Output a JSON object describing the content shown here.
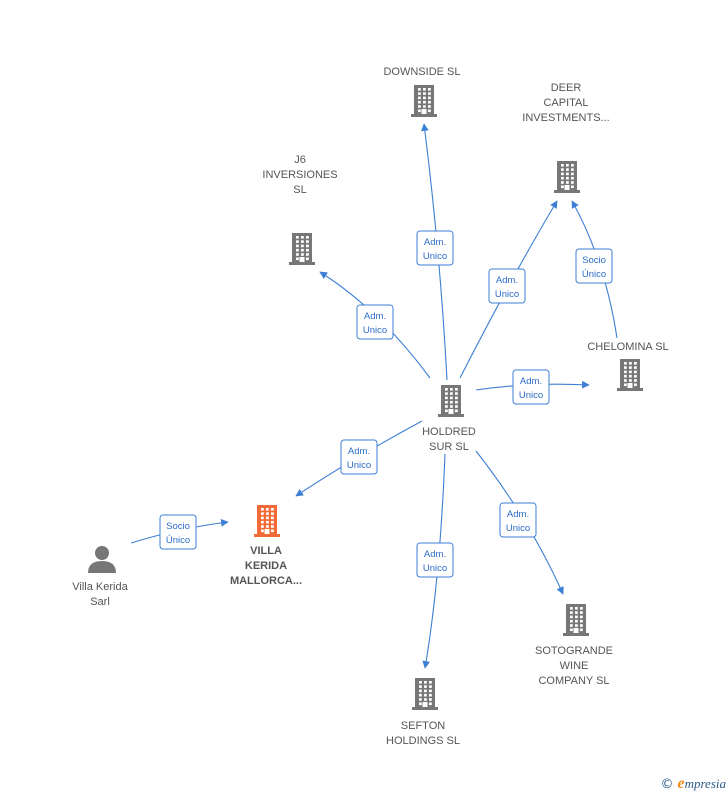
{
  "colors": {
    "company": "#777777",
    "highlight": "#f26a35",
    "person": "#777777",
    "edge": "#3d7fd4"
  },
  "nodes": [
    {
      "id": "downside",
      "label": [
        "DOWNSIDE SL"
      ],
      "icon": "building-icon",
      "kind": "company"
    },
    {
      "id": "deer",
      "label": [
        "DEER",
        "CAPITAL",
        "INVESTMENTS..."
      ],
      "icon": "building-icon",
      "kind": "company"
    },
    {
      "id": "j6",
      "label": [
        "J6",
        "INVERSIONES",
        "SL"
      ],
      "icon": "building-icon",
      "kind": "company"
    },
    {
      "id": "chelomina",
      "label": [
        "CHELOMINA SL"
      ],
      "icon": "building-icon",
      "kind": "company"
    },
    {
      "id": "holdred",
      "label": [
        "HOLDRED",
        "SUR  SL"
      ],
      "icon": "building-icon",
      "kind": "company"
    },
    {
      "id": "villakerida",
      "label": [
        "VILLA",
        "KERIDA",
        "MALLORCA..."
      ],
      "icon": "building-icon",
      "kind": "highlight"
    },
    {
      "id": "villasarl",
      "label": [
        "Villa Kerida",
        "Sarl"
      ],
      "icon": "person-icon",
      "kind": "person"
    },
    {
      "id": "sotogrande",
      "label": [
        "SOTOGRANDE",
        "WINE",
        "COMPANY  SL"
      ],
      "icon": "building-icon",
      "kind": "company"
    },
    {
      "id": "sefton",
      "label": [
        "SEFTON",
        "HOLDINGS  SL"
      ],
      "icon": "building-icon",
      "kind": "company"
    }
  ],
  "edges": [
    {
      "from": "holdred",
      "to": "downside",
      "label": [
        "Adm.",
        "Unico"
      ]
    },
    {
      "from": "holdred",
      "to": "deer",
      "label": [
        "Adm.",
        "Unico"
      ]
    },
    {
      "from": "chelomina",
      "to": "deer",
      "label": [
        "Socio",
        "Único"
      ]
    },
    {
      "from": "holdred",
      "to": "j6",
      "label": [
        "Adm.",
        "Unico"
      ]
    },
    {
      "from": "holdred",
      "to": "chelomina",
      "label": [
        "Adm.",
        "Unico"
      ]
    },
    {
      "from": "holdred",
      "to": "villakerida",
      "label": [
        "Adm.",
        "Unico"
      ]
    },
    {
      "from": "villasarl",
      "to": "villakerida",
      "label": [
        "Socio",
        "Único"
      ]
    },
    {
      "from": "holdred",
      "to": "sotogrande",
      "label": [
        "Adm.",
        "Unico"
      ]
    },
    {
      "from": "holdred",
      "to": "sefton",
      "label": [
        "Adm.",
        "Unico"
      ]
    }
  ],
  "footer": {
    "copyright": "©",
    "brand_initial": "e",
    "brand_rest": "mpresia"
  }
}
